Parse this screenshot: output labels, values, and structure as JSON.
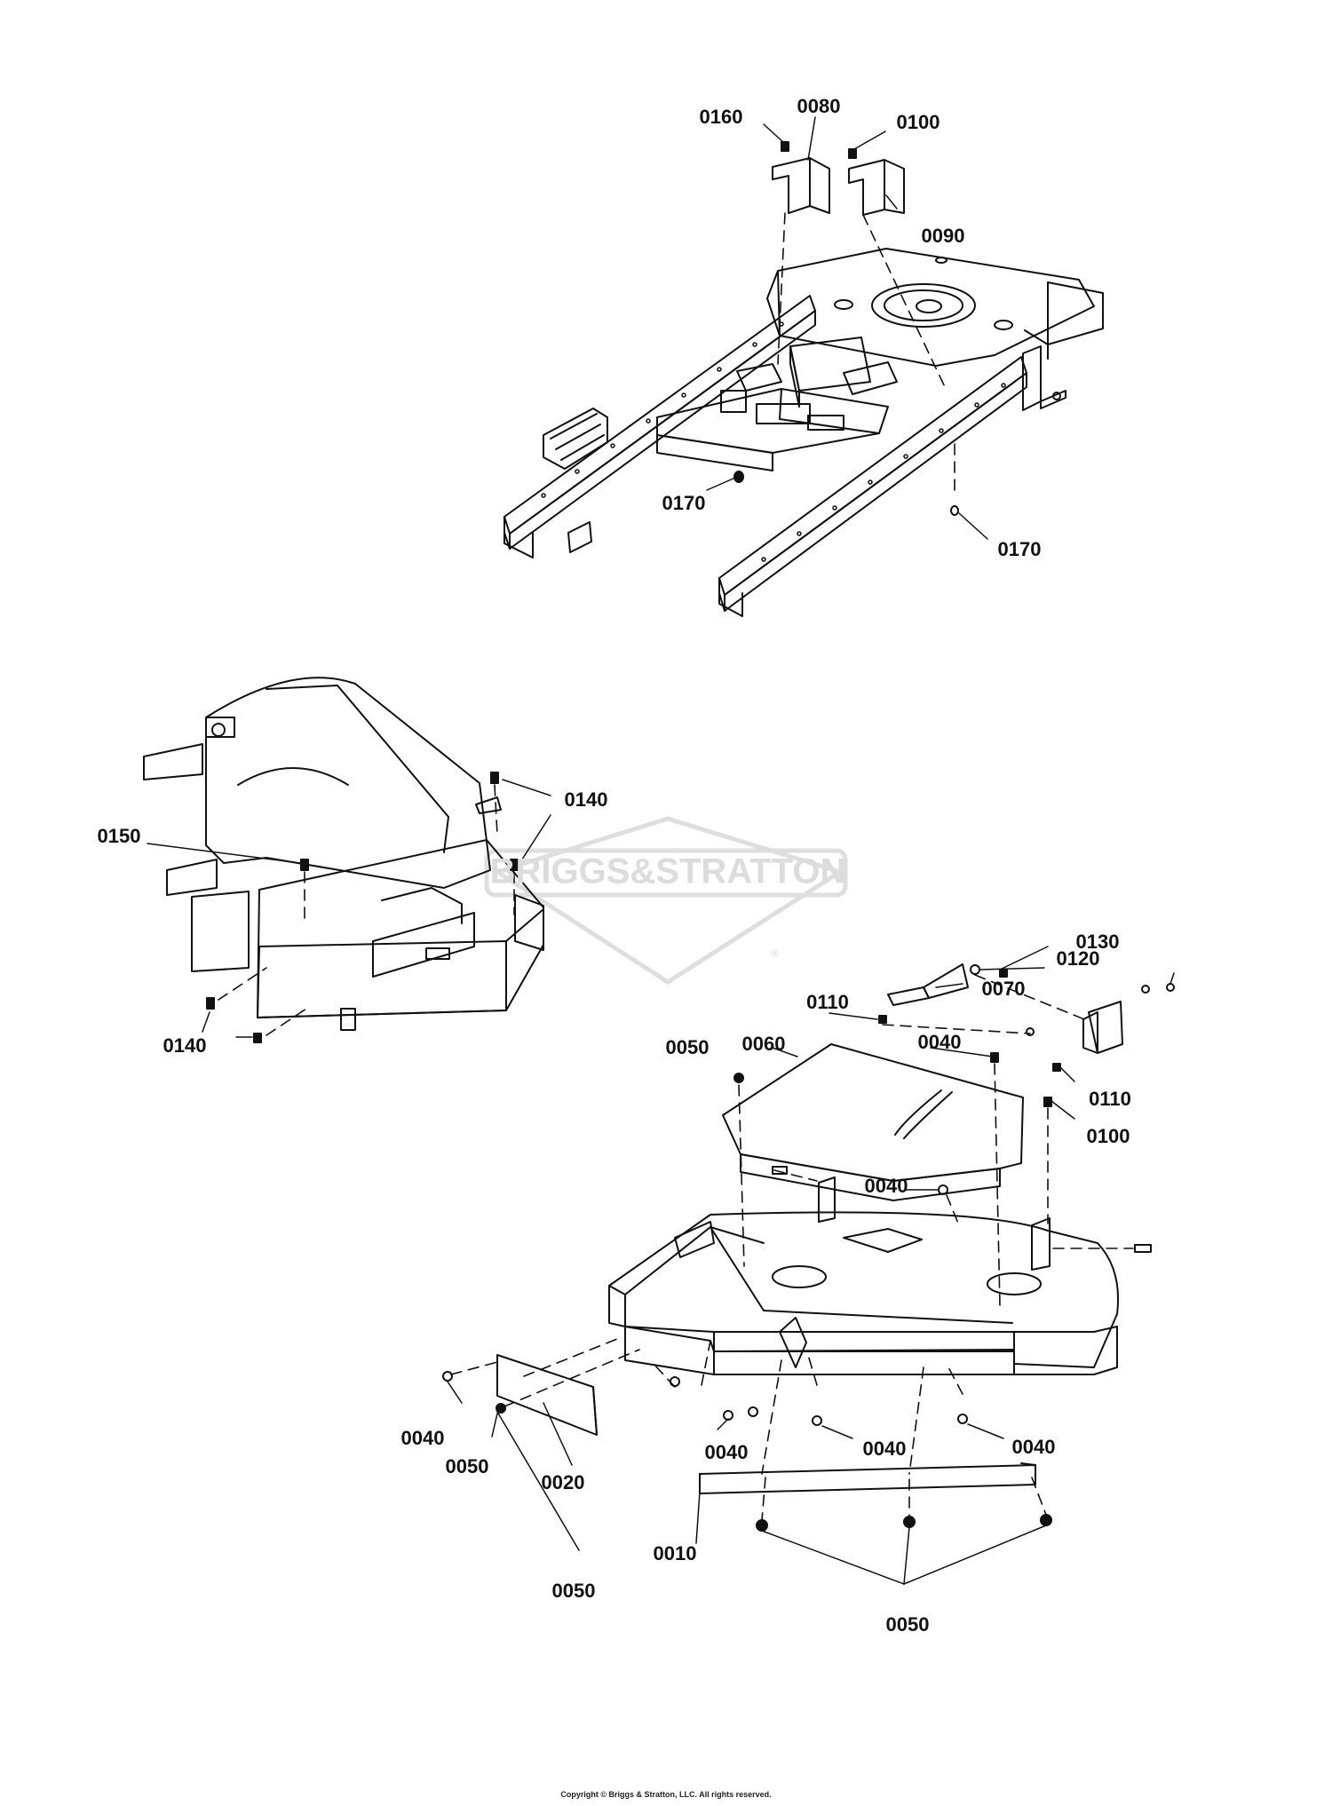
{
  "watermark": {
    "text": "BRIGGS&STRATTON",
    "registered": "®"
  },
  "assemblies": [
    {
      "name": "frame",
      "callouts": [
        "0160",
        "0080",
        "0100",
        "0090",
        "0170",
        "0170"
      ]
    },
    {
      "name": "deck-top-view",
      "callouts": [
        "0140",
        "0150",
        "0140"
      ]
    },
    {
      "name": "deck-exploded",
      "callouts": [
        "0130",
        "0120",
        "0070",
        "0110",
        "0050",
        "0060",
        "0040",
        "0110",
        "0100",
        "0040",
        "0040",
        "0050",
        "0020",
        "0040",
        "0040",
        "0040",
        "0010",
        "0050",
        "0050"
      ]
    }
  ],
  "copyright": "Copyright © Briggs & Stratton, LLC. All rights reserved."
}
